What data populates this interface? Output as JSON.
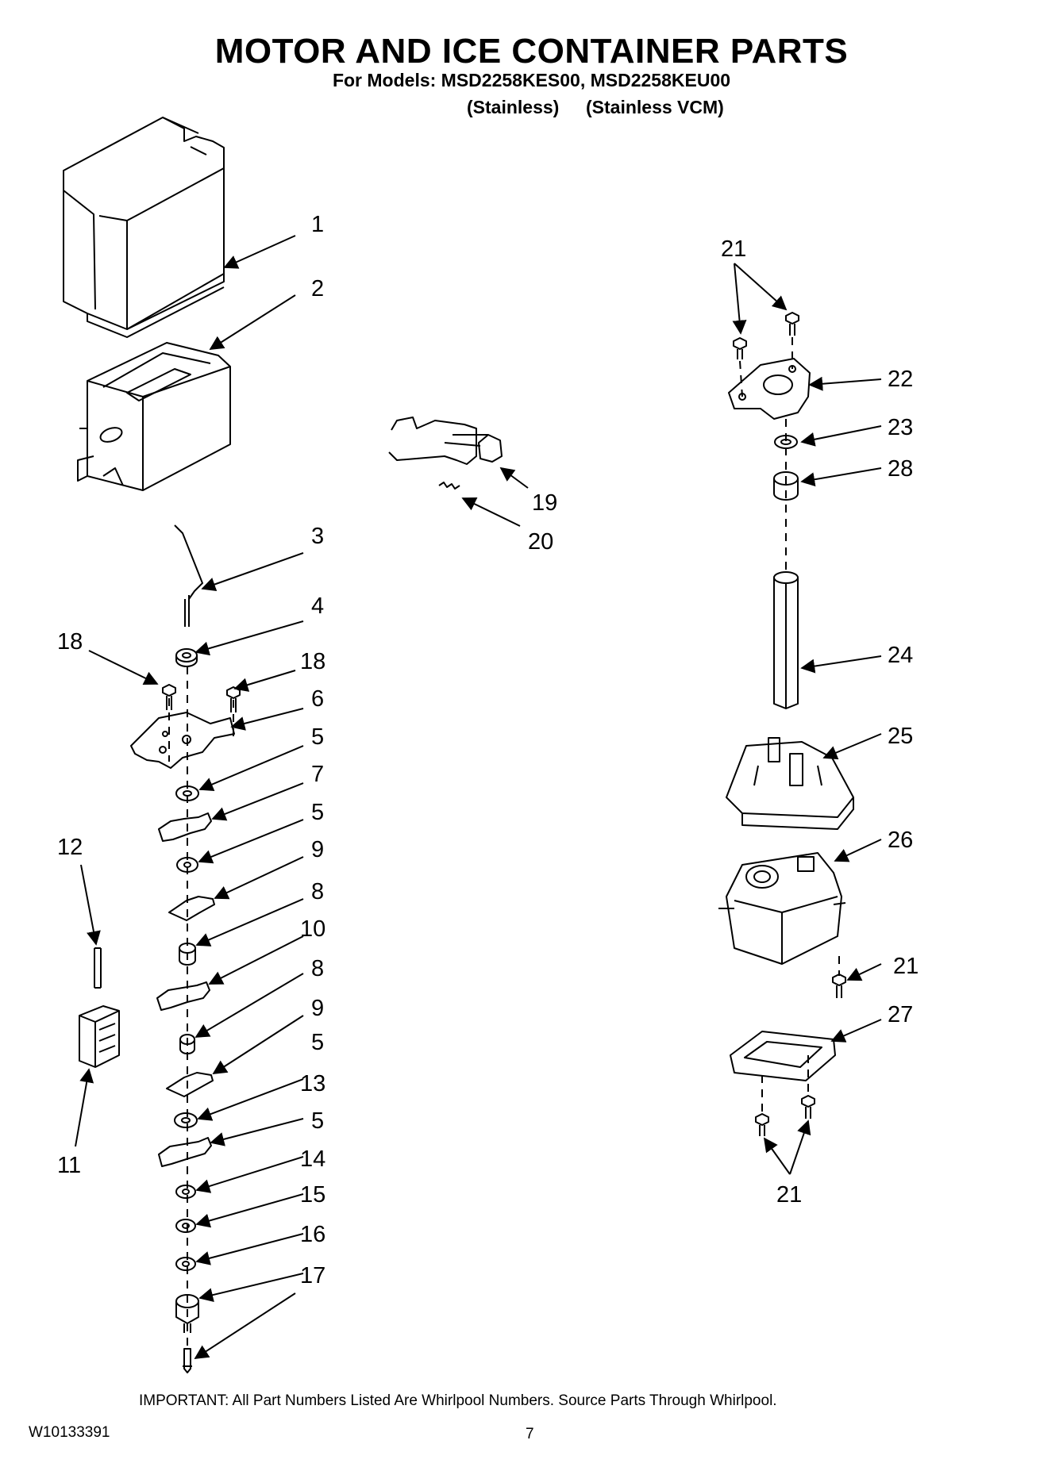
{
  "header": {
    "title": "MOTOR AND ICE CONTAINER PARTS",
    "models": "For Models: MSD2258KES00, MSD2258KEU00",
    "variant_1": "(Stainless)",
    "variant_2": "(Stainless VCM)"
  },
  "callouts": [
    "1",
    "2",
    "3",
    "4",
    "18",
    "18",
    "6",
    "5",
    "7",
    "5",
    "12",
    "9",
    "8",
    "10",
    "8",
    "9",
    "5",
    "13",
    "5",
    "11",
    "14",
    "15",
    "16",
    "17",
    "19",
    "20",
    "21",
    "22",
    "23",
    "28",
    "24",
    "25",
    "26",
    "21",
    "27",
    "21"
  ],
  "footer": {
    "notice": "IMPORTANT: All Part Numbers Listed Are Whirlpool Numbers. Source Parts Through Whirlpool.",
    "doc_number": "W10133391",
    "page_number": "7"
  }
}
